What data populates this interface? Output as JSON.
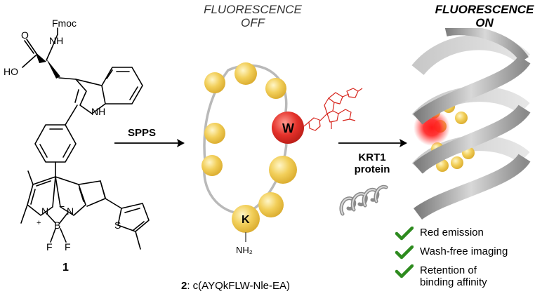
{
  "molecule1": {
    "protecting_group": "Fmoc",
    "amine": "NH",
    "acid": "HO",
    "carbonyl_o": "O",
    "indole_nh": "NH",
    "n_left": "N",
    "n_right": "N",
    "boron": "B",
    "f_left": "F",
    "f_right": "F",
    "plus": "+",
    "minus": "−",
    "sulfur": "S",
    "label": "1"
  },
  "step1": {
    "label": "SPPS"
  },
  "state_off": {
    "line1": "FLUORESCENCE",
    "line2": "OFF"
  },
  "peptide": {
    "residue_w": "W",
    "residue_k": "K",
    "amine": "NH₂",
    "label_num": "2",
    "label_seq": ": c(AYQkFLW-Nle-EA)"
  },
  "step2": {
    "line1": "KRT1",
    "line2": "protein"
  },
  "state_on": {
    "line1": "FLUORESCENCE",
    "line2": "ON"
  },
  "features": [
    {
      "text": "Red emission"
    },
    {
      "text": "Wash-free imaging"
    },
    {
      "text": "Retention of\nbinding affinity"
    }
  ],
  "colors": {
    "bead_yellow": "#f2cf5a",
    "tag_red": "#e4312a",
    "bodipy_red": "#d7261e",
    "check_green": "#2e8b1f",
    "helix_grey": "#a9a9a9"
  }
}
